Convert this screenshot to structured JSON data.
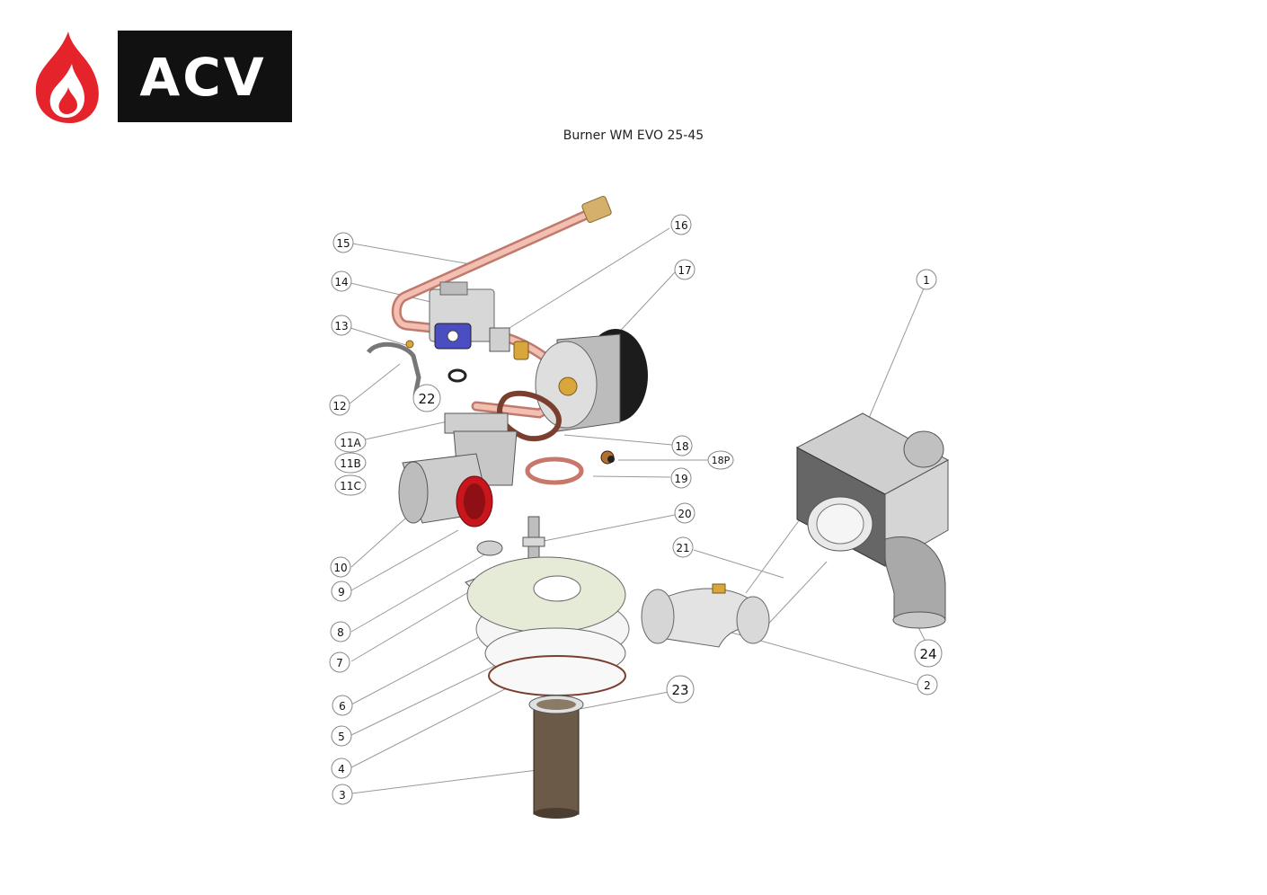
{
  "brand": {
    "logo_text": "ACV",
    "flame_color": "#e4232a",
    "box_color": "#111111"
  },
  "title": "Burner WM EVO 25-45",
  "callouts": [
    {
      "id": "c1",
      "label": "1"
    },
    {
      "id": "c2",
      "label": "2"
    },
    {
      "id": "c3",
      "label": "3"
    },
    {
      "id": "c4",
      "label": "4"
    },
    {
      "id": "c5",
      "label": "5"
    },
    {
      "id": "c6",
      "label": "6"
    },
    {
      "id": "c7",
      "label": "7"
    },
    {
      "id": "c8",
      "label": "8"
    },
    {
      "id": "c9",
      "label": "9"
    },
    {
      "id": "c10",
      "label": "10"
    },
    {
      "id": "c11a",
      "label": "11A"
    },
    {
      "id": "c11b",
      "label": "11B"
    },
    {
      "id": "c11c",
      "label": "11C"
    },
    {
      "id": "c12",
      "label": "12"
    },
    {
      "id": "c13",
      "label": "13"
    },
    {
      "id": "c14",
      "label": "14"
    },
    {
      "id": "c15",
      "label": "15"
    },
    {
      "id": "c16",
      "label": "16"
    },
    {
      "id": "c17",
      "label": "17"
    },
    {
      "id": "c18",
      "label": "18"
    },
    {
      "id": "c18p",
      "label": "18P"
    },
    {
      "id": "c19",
      "label": "19"
    },
    {
      "id": "c20",
      "label": "20"
    },
    {
      "id": "c21",
      "label": "21"
    },
    {
      "id": "c22",
      "label": "22"
    },
    {
      "id": "c23",
      "label": "23"
    },
    {
      "id": "c24",
      "label": "24"
    }
  ],
  "colors": {
    "copper_pipe": "#e8a89a",
    "steel": "#c9c9c9",
    "red_ring": "#c8161d",
    "blue_coil": "#4a4ec0",
    "brass": "#d8a63a",
    "burner_mesh": "#6b5a47"
  }
}
